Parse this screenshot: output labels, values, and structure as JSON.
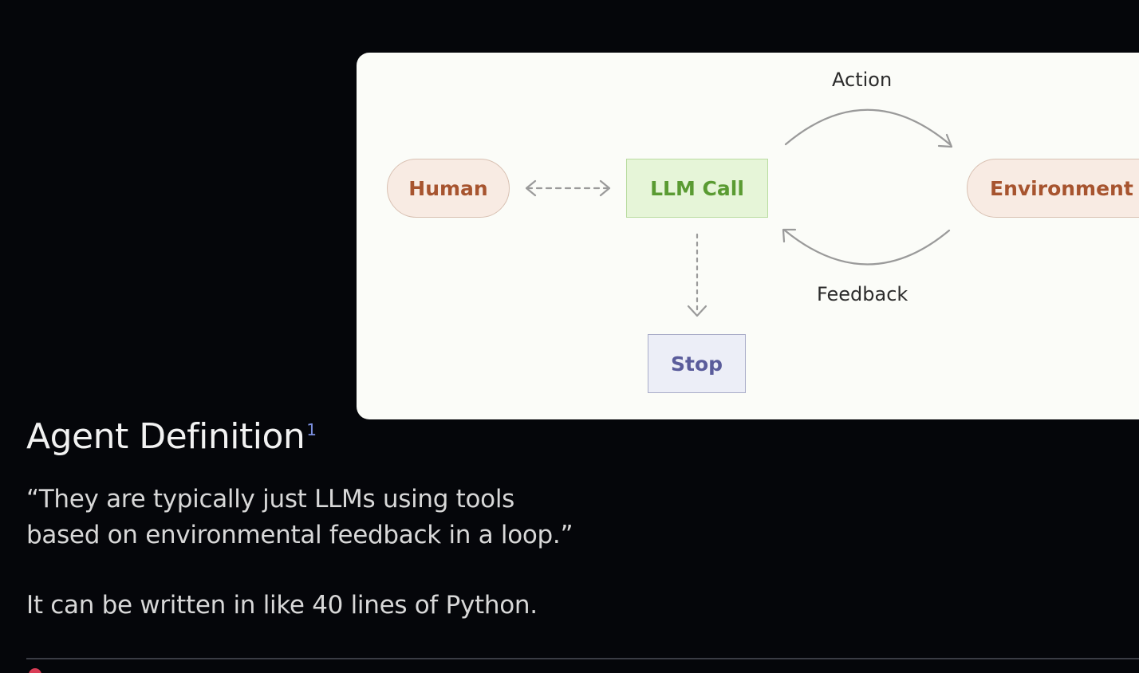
{
  "diagram": {
    "nodes": {
      "human": "Human",
      "llm_call": "LLM Call",
      "environment": "Environment",
      "stop": "Stop"
    },
    "edges": {
      "action": "Action",
      "feedback": "Feedback"
    }
  },
  "content": {
    "title": "Agent Definition",
    "footnote_ref": "1",
    "quote_line1": "“They are typically just LLMs using tools",
    "quote_line2": "based on environmental feedback in a loop.”",
    "note": "It can be written in like 40 lines of Python."
  },
  "colors": {
    "background": "#05060a",
    "card": "#fbfcf8",
    "human_env_text": "#a7542f",
    "llm_text": "#5a9b32",
    "stop_text": "#5a5c9b",
    "footnote": "#7b8fe0"
  }
}
